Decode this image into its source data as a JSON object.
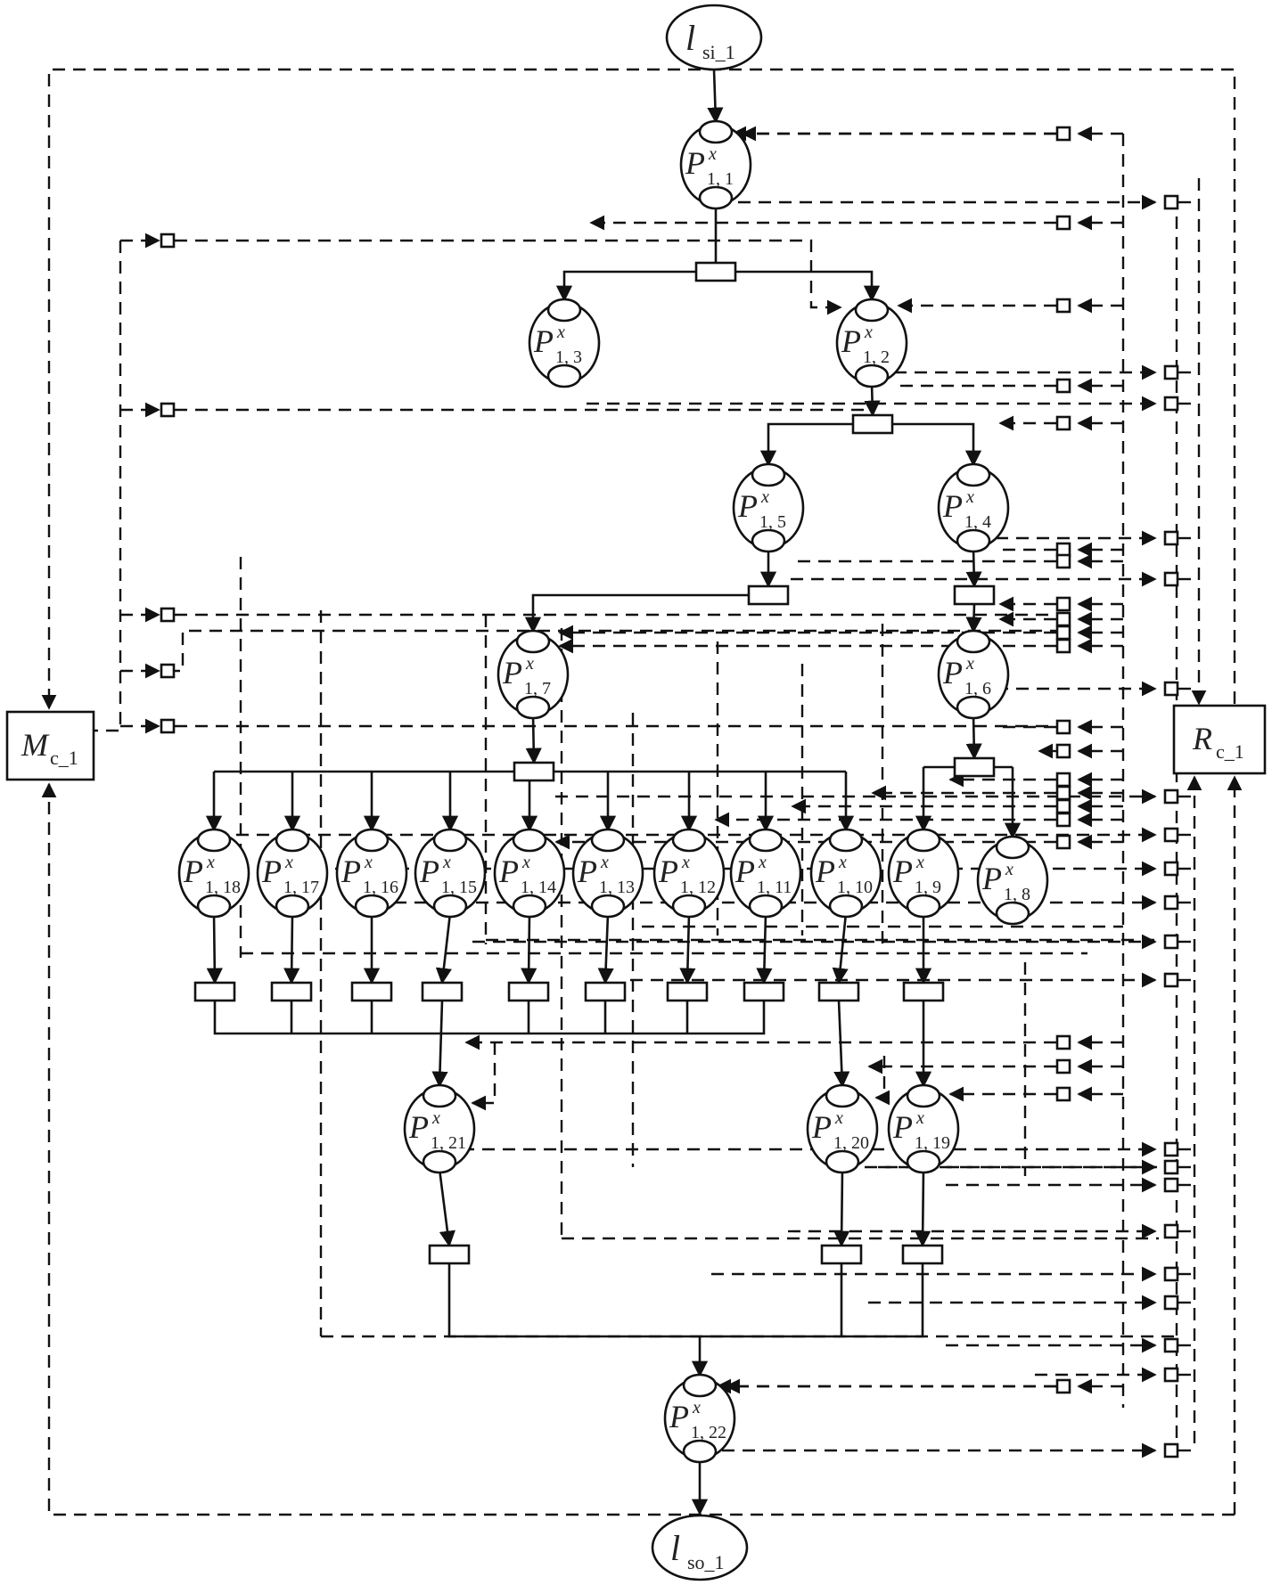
{
  "diagram": {
    "title": "Petri-net model of sub-process 1 with monitor and recovery controllers",
    "colors": {
      "stroke": "#111111",
      "fill": "#ffffff",
      "text": "#222222"
    },
    "source": {
      "id": "lsi1",
      "main": "l",
      "sub": "si_1",
      "kind": "source-place"
    },
    "sink": {
      "id": "lso1",
      "main": "l",
      "sub": "so_1",
      "kind": "sink-place"
    },
    "controllers": [
      {
        "id": "M",
        "main": "M",
        "sub": "c_1",
        "role": "monitor"
      },
      {
        "id": "R",
        "main": "R",
        "sub": "c_1",
        "role": "recovery"
      }
    ],
    "places": [
      {
        "id": "p1",
        "main": "P",
        "sup": "x",
        "sub": "1, 1"
      },
      {
        "id": "p2",
        "main": "P",
        "sup": "x",
        "sub": "1, 2"
      },
      {
        "id": "p3",
        "main": "P",
        "sup": "x",
        "sub": "1, 3"
      },
      {
        "id": "p4",
        "main": "P",
        "sup": "x",
        "sub": "1, 4"
      },
      {
        "id": "p5",
        "main": "P",
        "sup": "x",
        "sub": "1, 5"
      },
      {
        "id": "p6",
        "main": "P",
        "sup": "x",
        "sub": "1, 6"
      },
      {
        "id": "p7",
        "main": "P",
        "sup": "x",
        "sub": "1, 7"
      },
      {
        "id": "p8",
        "main": "P",
        "sup": "x",
        "sub": "1, 8"
      },
      {
        "id": "p9",
        "main": "P",
        "sup": "x",
        "sub": "1, 9"
      },
      {
        "id": "p10",
        "main": "P",
        "sup": "x",
        "sub": "1, 10"
      },
      {
        "id": "p11",
        "main": "P",
        "sup": "x",
        "sub": "1, 11"
      },
      {
        "id": "p12",
        "main": "P",
        "sup": "x",
        "sub": "1, 12"
      },
      {
        "id": "p13",
        "main": "P",
        "sup": "x",
        "sub": "1, 13"
      },
      {
        "id": "p14",
        "main": "P",
        "sup": "x",
        "sub": "1, 14"
      },
      {
        "id": "p15",
        "main": "P",
        "sup": "x",
        "sub": "1, 15"
      },
      {
        "id": "p16",
        "main": "P",
        "sup": "x",
        "sub": "1, 16"
      },
      {
        "id": "p17",
        "main": "P",
        "sup": "x",
        "sub": "1, 17"
      },
      {
        "id": "p18",
        "main": "P",
        "sup": "x",
        "sub": "1, 18"
      },
      {
        "id": "p19",
        "main": "P",
        "sup": "x",
        "sub": "1, 19"
      },
      {
        "id": "p20",
        "main": "P",
        "sup": "x",
        "sub": "1, 20"
      },
      {
        "id": "p21",
        "main": "P",
        "sup": "x",
        "sub": "1, 21"
      },
      {
        "id": "p22",
        "main": "P",
        "sup": "x",
        "sub": "1, 22"
      }
    ],
    "transitions": [
      {
        "id": "t1",
        "from": [
          "p1"
        ],
        "to": [
          "p2",
          "p3"
        ]
      },
      {
        "id": "t2",
        "from": [
          "p2"
        ],
        "to": [
          "p4",
          "p5"
        ]
      },
      {
        "id": "t3",
        "from": [
          "p5"
        ],
        "to": [
          "p7"
        ]
      },
      {
        "id": "t4",
        "from": [
          "p4"
        ],
        "to": [
          "p6"
        ]
      },
      {
        "id": "t5",
        "from": [
          "p7"
        ],
        "to": [
          "p10",
          "p11",
          "p12",
          "p13",
          "p14",
          "p15",
          "p16",
          "p17",
          "p18"
        ]
      },
      {
        "id": "t6",
        "from": [
          "p6"
        ],
        "to": [
          "p8",
          "p9"
        ]
      },
      {
        "id": "t18",
        "from": [
          "p18"
        ],
        "to": []
      },
      {
        "id": "t17",
        "from": [
          "p17"
        ],
        "to": []
      },
      {
        "id": "t16",
        "from": [
          "p16"
        ],
        "to": []
      },
      {
        "id": "t15",
        "from": [
          "p15"
        ],
        "to": [
          "p21"
        ]
      },
      {
        "id": "t14",
        "from": [
          "p14"
        ],
        "to": []
      },
      {
        "id": "t13",
        "from": [
          "p13"
        ],
        "to": []
      },
      {
        "id": "t12",
        "from": [
          "p12"
        ],
        "to": []
      },
      {
        "id": "t11",
        "from": [
          "p11"
        ],
        "to": []
      },
      {
        "id": "t10",
        "from": [
          "p10"
        ],
        "to": [
          "p20"
        ]
      },
      {
        "id": "t9",
        "from": [
          "p9"
        ],
        "to": [
          "p19"
        ]
      },
      {
        "id": "t21",
        "from": [
          "p21"
        ],
        "to": [
          "p22"
        ]
      },
      {
        "id": "t20",
        "from": [
          "p20"
        ],
        "to": [
          "p22"
        ]
      },
      {
        "id": "t19",
        "from": [
          "p19"
        ],
        "to": [
          "p22"
        ]
      },
      {
        "id": "tin",
        "from": [
          "lsi1"
        ],
        "to": [
          "p1"
        ]
      },
      {
        "id": "tout",
        "from": [
          "p22"
        ],
        "to": [
          "lso1"
        ]
      }
    ],
    "edge_styles": {
      "control_flow": "solid",
      "monitor_recovery": "dashed"
    }
  }
}
